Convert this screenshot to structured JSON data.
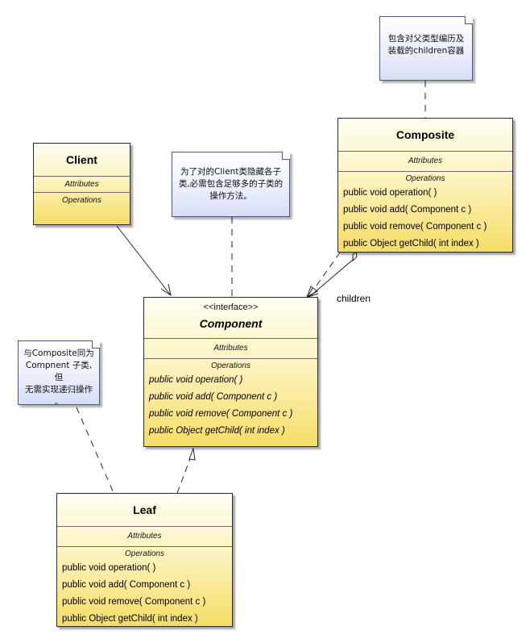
{
  "client": {
    "title": "Client",
    "attributes_label": "Attributes",
    "operations_label": "Operations"
  },
  "composite": {
    "title": "Composite",
    "attributes_label": "Attributes",
    "operations_label": "Operations",
    "operations": [
      "public void  operation( )",
      "public void  add( Component c )",
      "public void  remove( Component c )",
      "public Object  getChild( int index )"
    ]
  },
  "component": {
    "stereotype": "<<interface>>",
    "title": "Component",
    "attributes_label": "Attributes",
    "operations_label": "Operations",
    "operations": [
      "public void  operation( )",
      "public void  add( Component c )",
      "public void  remove( Component c )",
      "public Object  getChild( int index )"
    ]
  },
  "leaf": {
    "title": "Leaf",
    "attributes_label": "Attributes",
    "operations_label": "Operations",
    "operations": [
      "public void   operation( )",
      "public void   add( Component c )",
      "public void   remove( Component c )",
      "public Object  getChild( int index )"
    ]
  },
  "notes": {
    "composite_note": [
      "包含对父类型编历及",
      "装载的children容器"
    ],
    "component_note": [
      "为了对的Client类隐藏各子",
      "类,必需包含足够多的子类的",
      "操作方法。"
    ],
    "leaf_note": [
      "与Composite同为",
      "Compnent 子类,但",
      "无需实现递归操作",
      "。"
    ]
  },
  "children_label": "children"
}
